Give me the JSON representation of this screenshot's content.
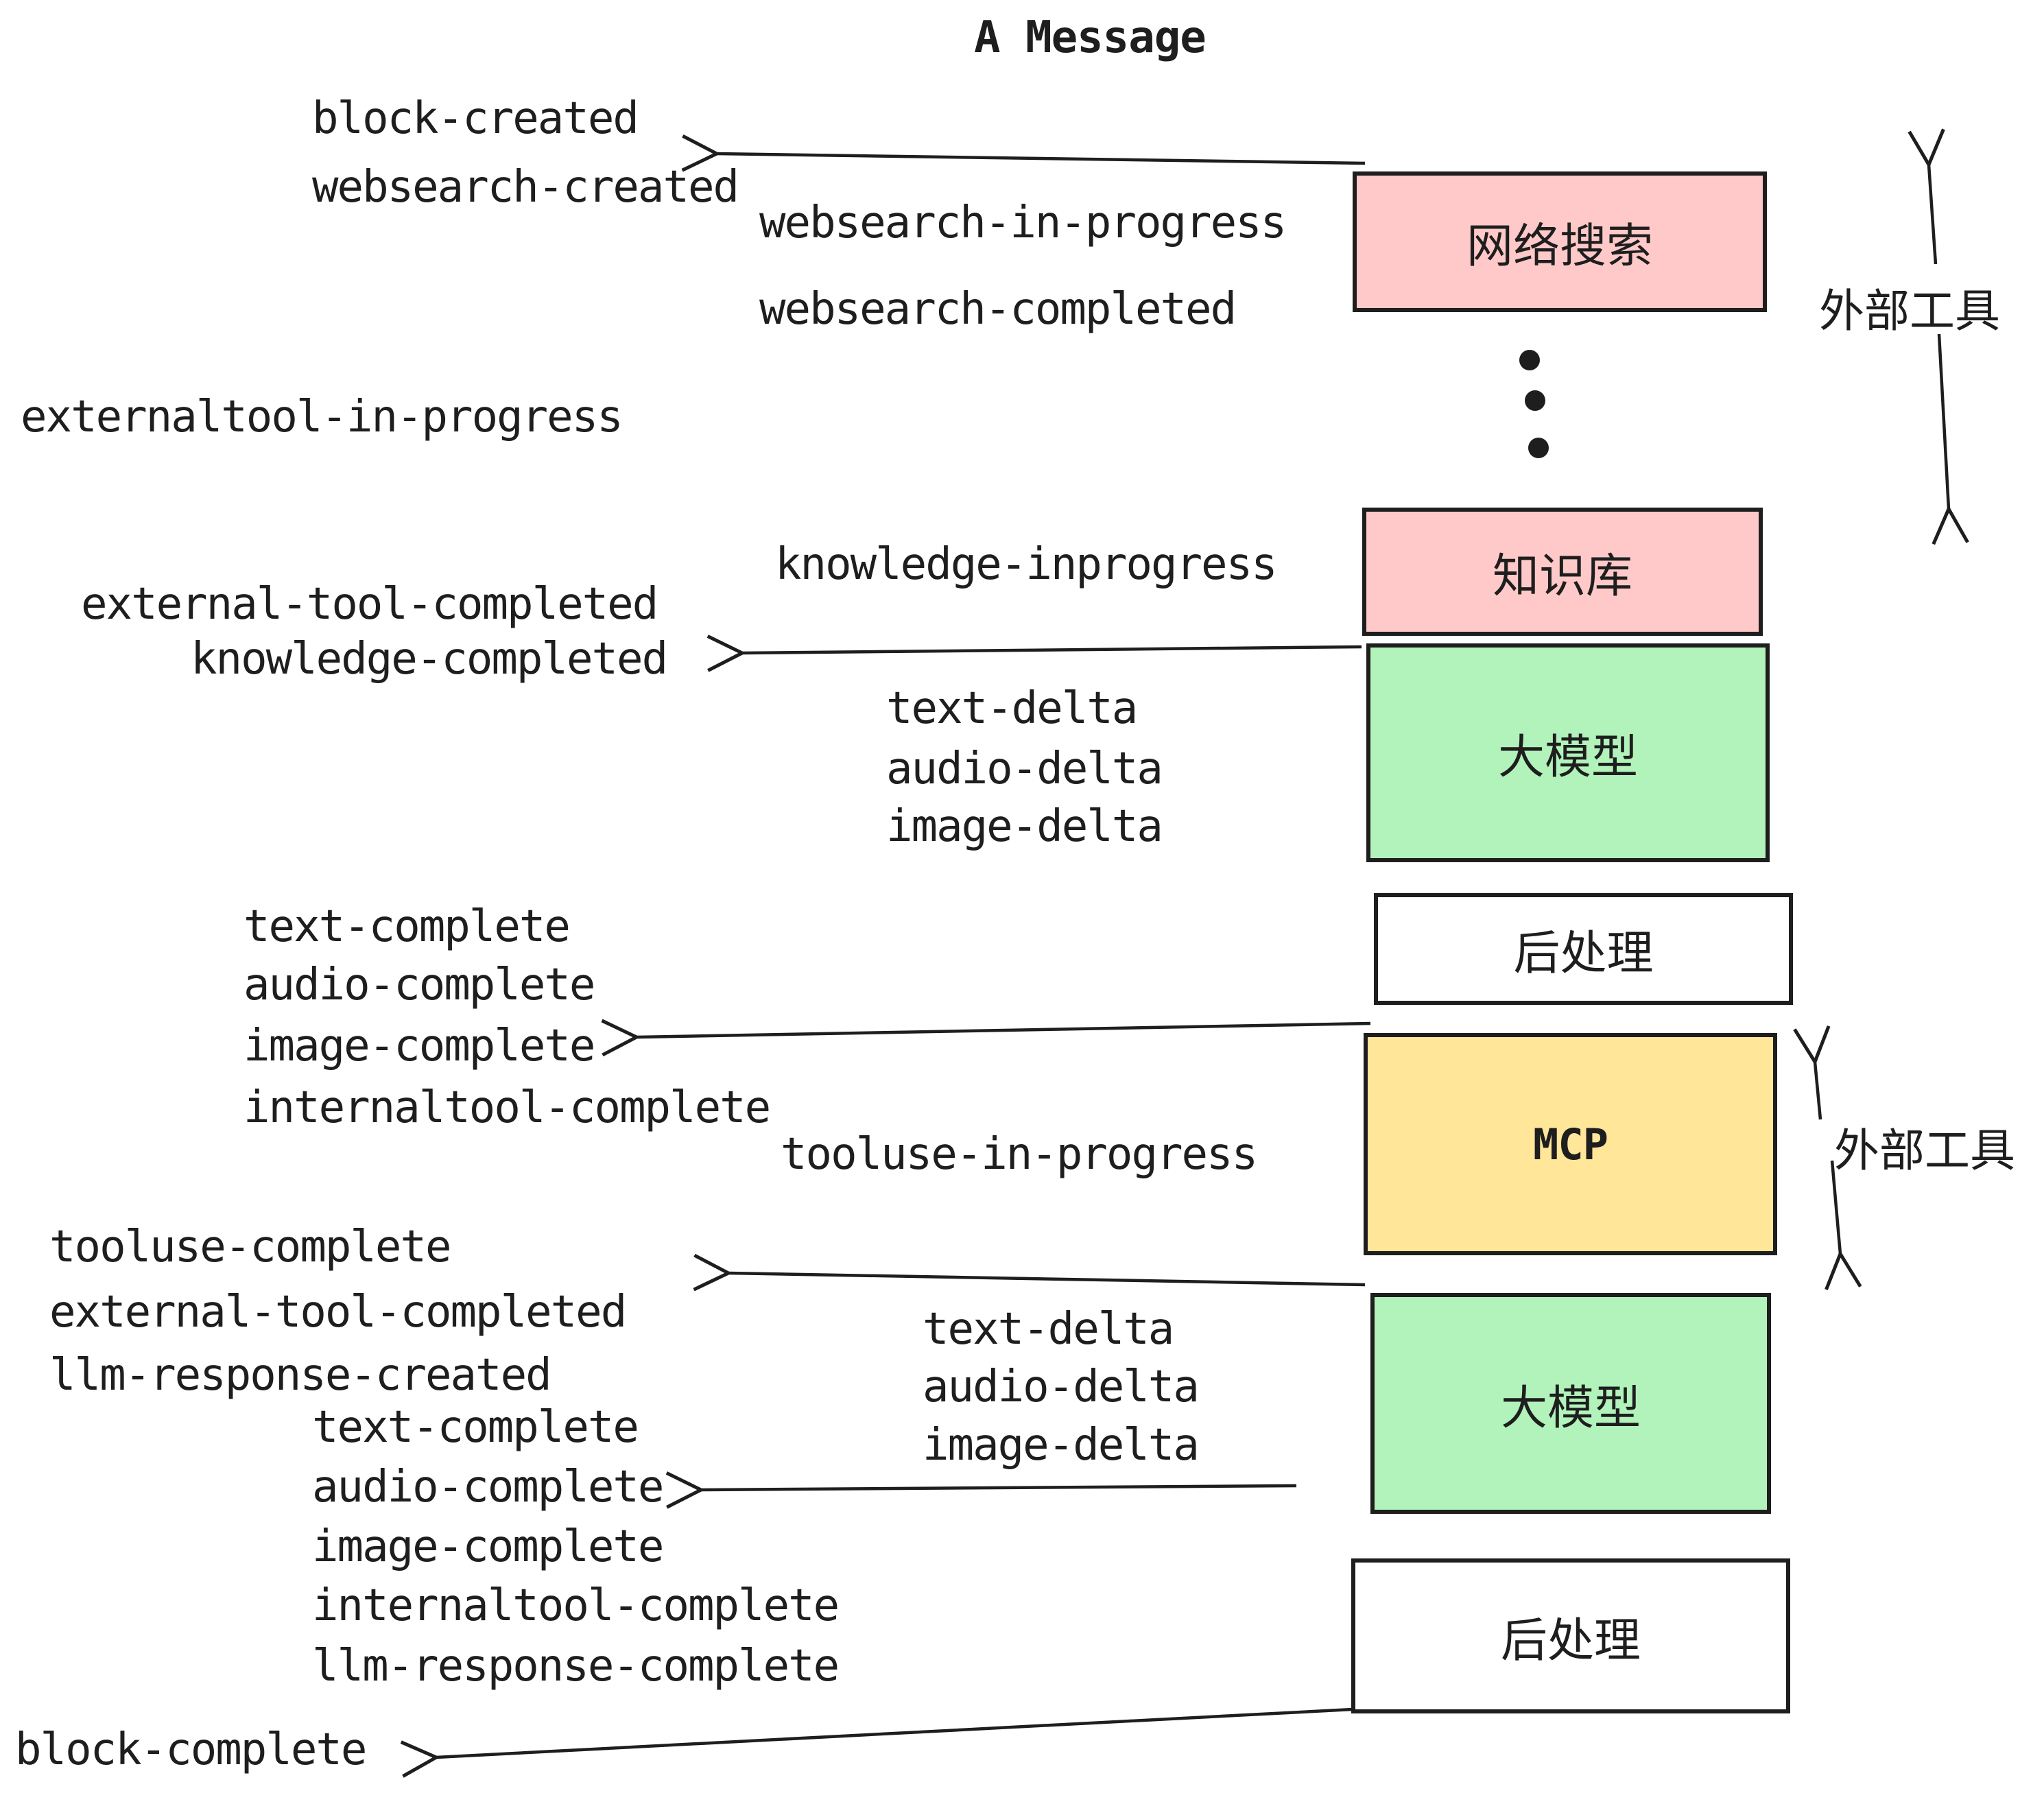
{
  "title": "A Message",
  "colors": {
    "ink": "#1e1e1e",
    "pink": "#ffc9c9",
    "green": "#b2f2bb",
    "yellow": "#ffe699"
  },
  "boxes": [
    {
      "id": "websearch",
      "label": "网络搜索",
      "color": "pink"
    },
    {
      "id": "knowledge",
      "label": "知识库",
      "color": "pink"
    },
    {
      "id": "llm-1",
      "label": "大模型",
      "color": "green"
    },
    {
      "id": "postprocess-1",
      "label": "后处理",
      "color": "white"
    },
    {
      "id": "mcp",
      "label": "MCP",
      "color": "yellow"
    },
    {
      "id": "llm-2",
      "label": "大模型",
      "color": "green"
    },
    {
      "id": "postprocess-2",
      "label": "后处理",
      "color": "white"
    }
  ],
  "events": [
    {
      "text": "block-created"
    },
    {
      "text": "websearch-created"
    },
    {
      "text": "websearch-in-progress"
    },
    {
      "text": "websearch-completed"
    },
    {
      "text": "externaltool-in-progress"
    },
    {
      "text": "knowledge-inprogress"
    },
    {
      "text": "external-tool-completed"
    },
    {
      "text": "knowledge-completed"
    },
    {
      "text": "text-delta"
    },
    {
      "text": "audio-delta"
    },
    {
      "text": "image-delta"
    },
    {
      "text": "text-complete"
    },
    {
      "text": "audio-complete"
    },
    {
      "text": "image-complete"
    },
    {
      "text": "internaltool-complete"
    },
    {
      "text": "tooluse-in-progress"
    },
    {
      "text": "tooluse-complete"
    },
    {
      "text": "external-tool-completed"
    },
    {
      "text": "llm-response-created"
    },
    {
      "text": "text-complete"
    },
    {
      "text": "audio-complete"
    },
    {
      "text": "image-complete"
    },
    {
      "text": "internaltool-complete"
    },
    {
      "text": "llm-response-complete"
    },
    {
      "text": "block-complete"
    }
  ],
  "side_labels": [
    {
      "text": "外部工具"
    },
    {
      "text": "外部工具"
    }
  ]
}
